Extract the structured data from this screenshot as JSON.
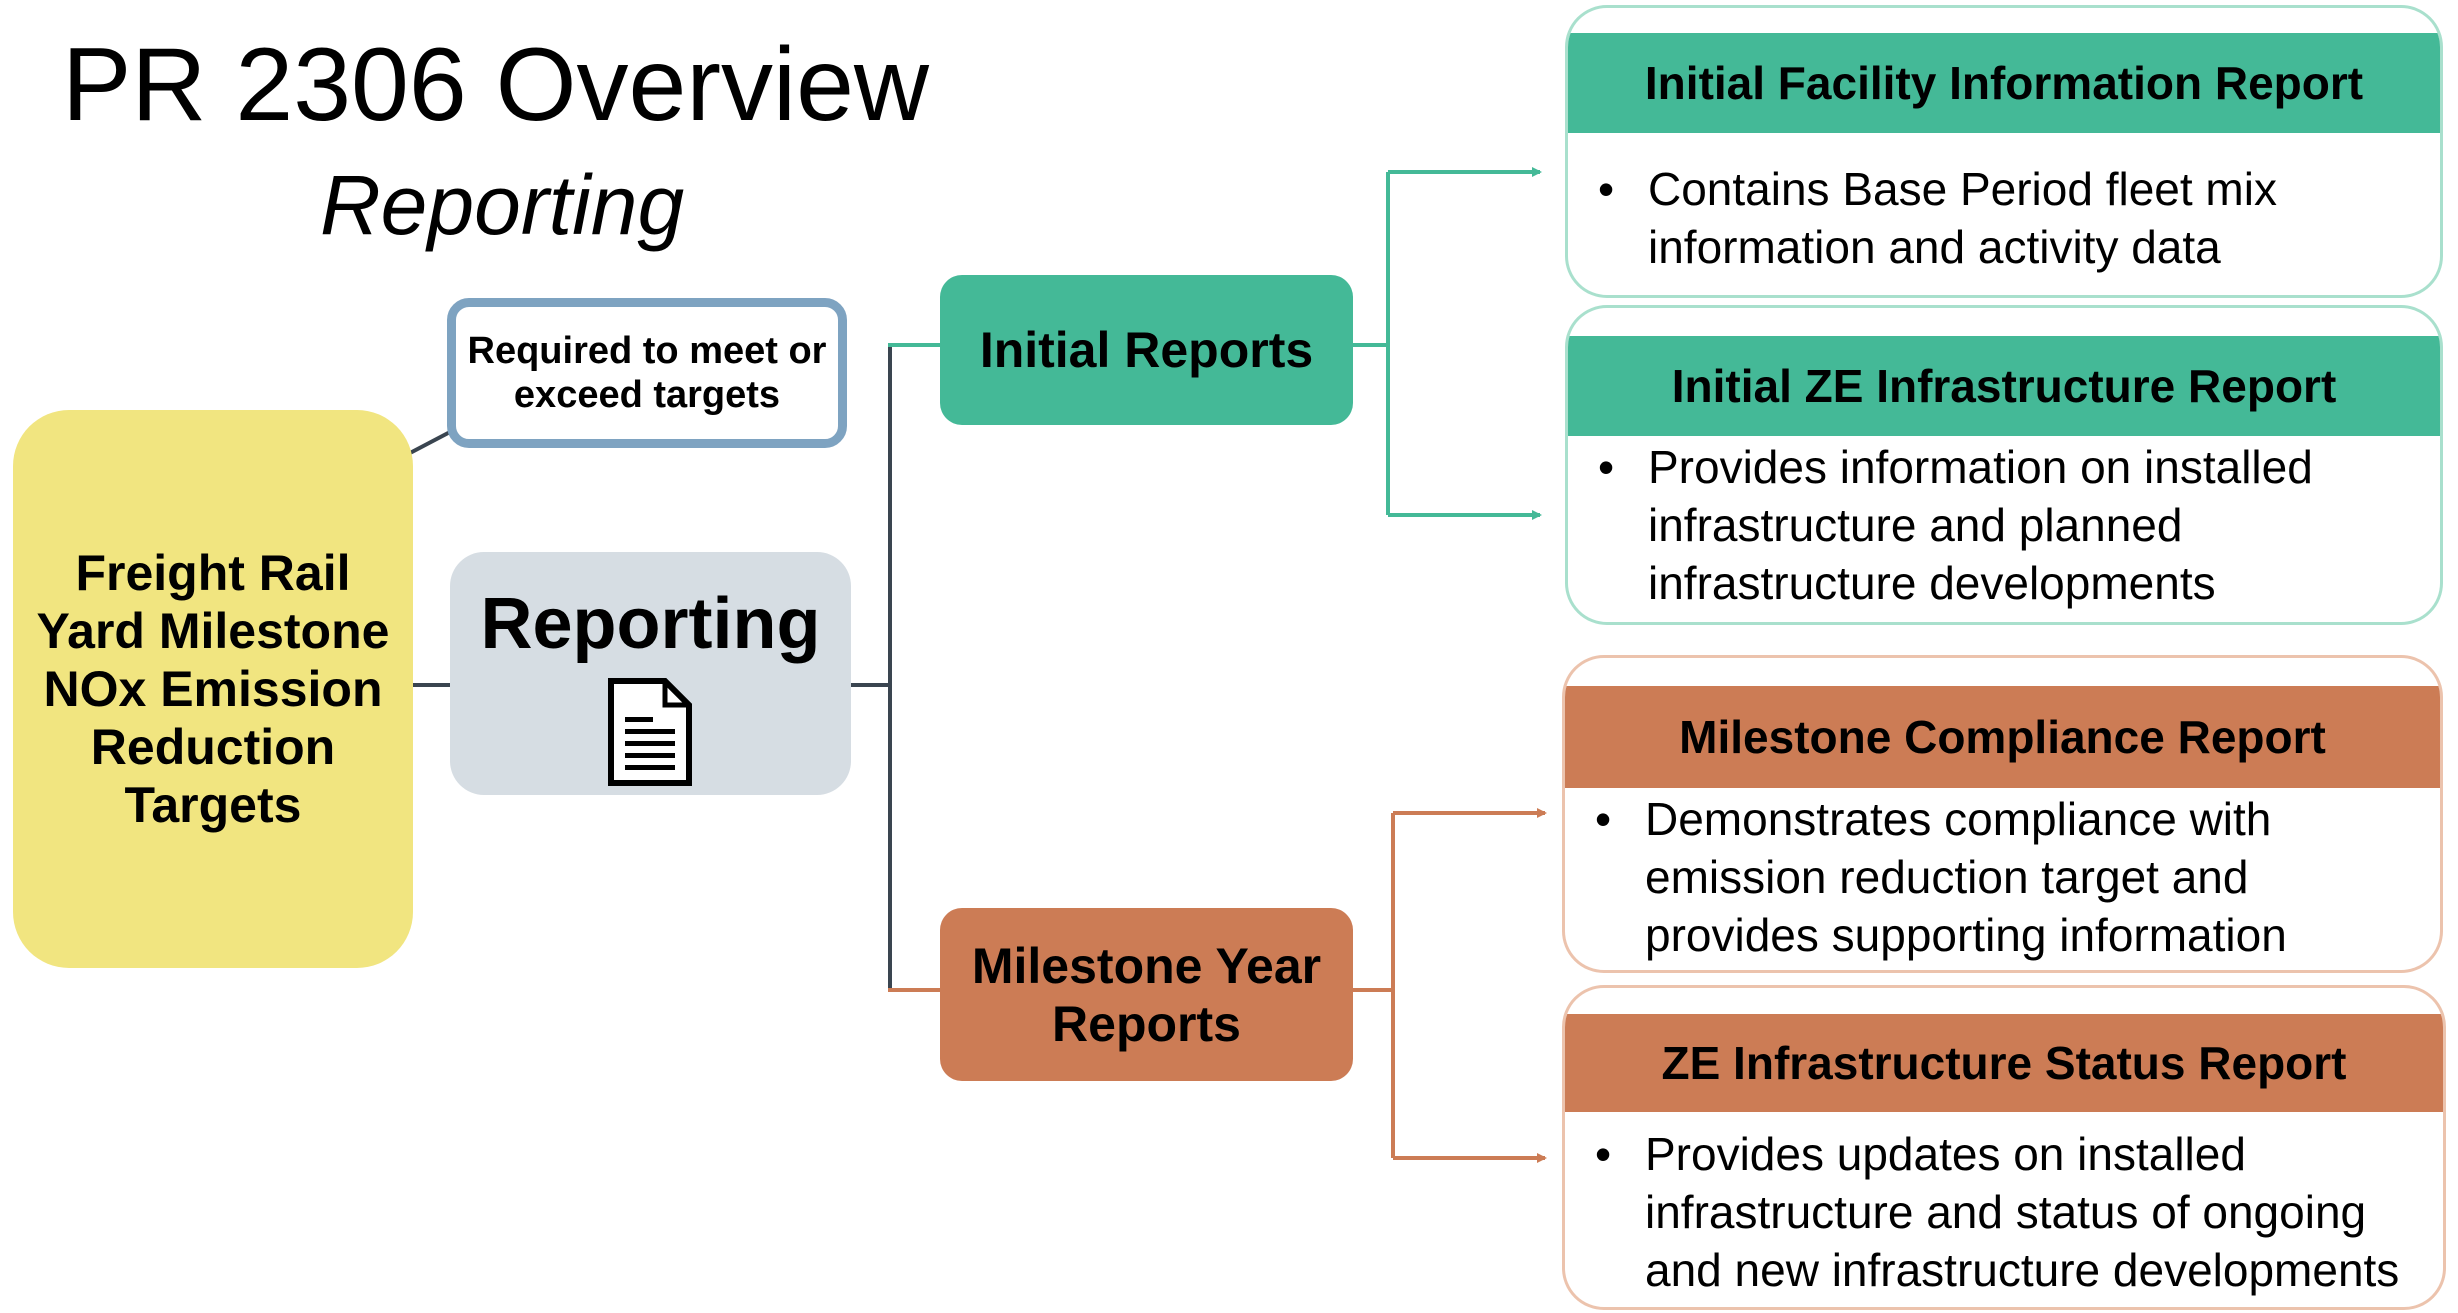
{
  "title": "PR 2306 Overview",
  "subtitle": "Reporting",
  "root": {
    "label": "Freight Rail Yard Milestone NOx Emission Reduction Targets"
  },
  "note": {
    "text": "Required to meet or exceed targets"
  },
  "hub": {
    "label": "Reporting",
    "icon": "document-icon"
  },
  "branches": {
    "initial": {
      "label": "Initial Reports",
      "color": "#44b997"
    },
    "milestone": {
      "label": "Milestone Year Reports",
      "color": "#cc7c55"
    }
  },
  "cards": [
    {
      "title": "Initial Facility Information Report",
      "lines": [
        "Contains Base Period fleet mix",
        "information and activity data"
      ]
    },
    {
      "title": "Initial ZE Infrastructure Report",
      "lines": [
        "Provides information on installed",
        "infrastructure and planned",
        "infrastructure developments"
      ]
    },
    {
      "title": "Milestone Compliance Report",
      "lines": [
        "Demonstrates compliance with",
        "emission reduction target and",
        "provides supporting information"
      ]
    },
    {
      "title": "ZE Infrastructure Status Report",
      "lines": [
        "Provides updates on installed",
        "infrastructure and status of ongoing",
        "and new infrastructure developments"
      ]
    }
  ],
  "colors": {
    "green": "#44b997",
    "orange": "#cc7c55",
    "root": "#f1e580",
    "hub": "#d6dde3",
    "note_border": "#7ea3c1"
  }
}
